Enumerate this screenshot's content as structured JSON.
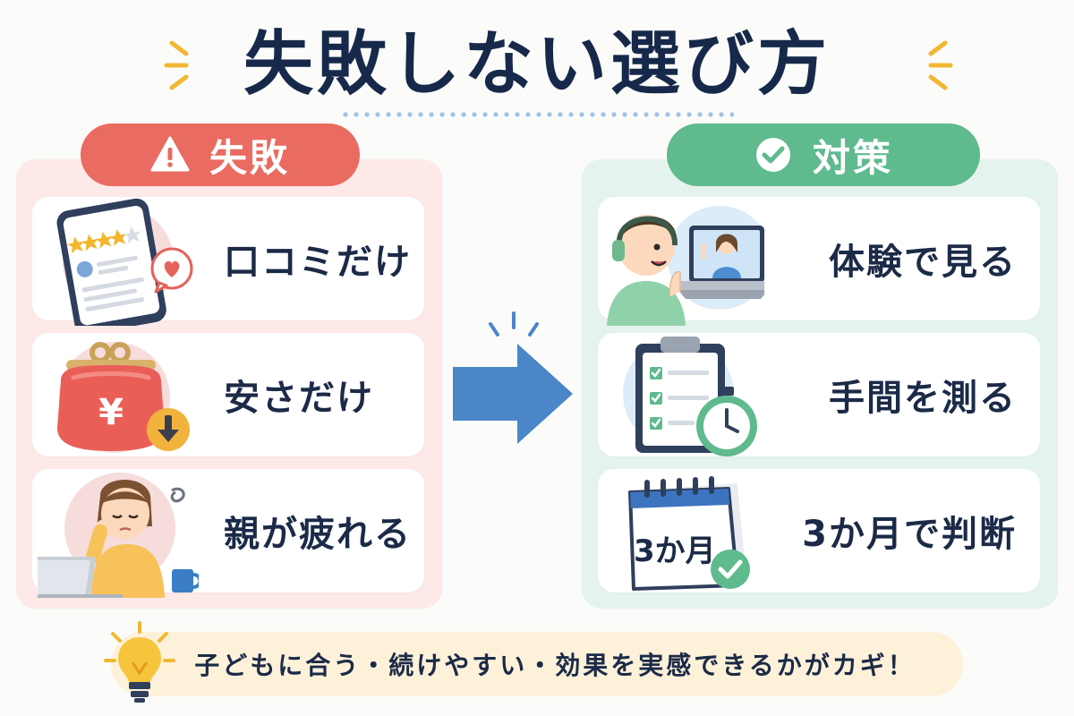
{
  "title": "失敗しない選び方",
  "fail_panel": {
    "heading": "失敗",
    "items": [
      {
        "label": "口コミだけ",
        "icon": "smartphone-review-icon"
      },
      {
        "label": "安さだけ",
        "icon": "coin-purse-yen-icon"
      },
      {
        "label": "親が疲れる",
        "icon": "tired-parent-icon"
      }
    ]
  },
  "fix_panel": {
    "heading": "対策",
    "items": [
      {
        "label": "体験で見る",
        "icon": "online-trial-lesson-icon"
      },
      {
        "label": "手間を測る",
        "icon": "checklist-stopwatch-icon"
      },
      {
        "label": "3か月で判断",
        "icon": "calendar-check-icon"
      }
    ],
    "calendar_text": "3か月"
  },
  "tip": "子どもに合う・続けやすい・効果を実感できるかがカギ！",
  "colors": {
    "fail": "#ea6b61",
    "fix": "#5fba8e",
    "arrow": "#4a86c8",
    "title": "#17294a"
  }
}
